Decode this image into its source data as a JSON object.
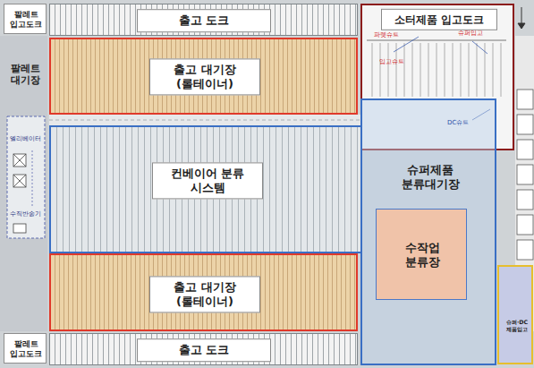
{
  "diagram": {
    "nodes": [
      {
        "text": [
          "팔레트 입고도크"
        ]
      },
      {
        "text": [
          "출고 도크"
        ]
      },
      {
        "text": [
          "소터제품 입고도크"
        ]
      },
      {
        "text": [
          "팔레트 대기장"
        ]
      },
      {
        "text": [
          "출고 대기장 (롤테이너)"
        ]
      },
      {
        "text": [
          "컨베이어 분류 시스템"
        ]
      },
      {
        "text": [
          "슈퍼제품 분류대기장"
        ]
      },
      {
        "text": [
          "수작업 분류장"
        ],
        "in": 6
      },
      {
        "text": [
          "출고 대기장 (롤테이너)"
        ]
      },
      {
        "text": [
          "슈퍼·DC 제품입고"
        ]
      },
      {
        "text": [
          "출고 도크"
        ]
      },
      {
        "text": [
          "팔레트 입고도크"
        ]
      }
    ],
    "labels": [
      "파렛슈트",
      "입고슈트",
      "슈퍼입고",
      "DC슈트",
      "엘리베이터",
      "수직반송기"
    ]
  }
}
